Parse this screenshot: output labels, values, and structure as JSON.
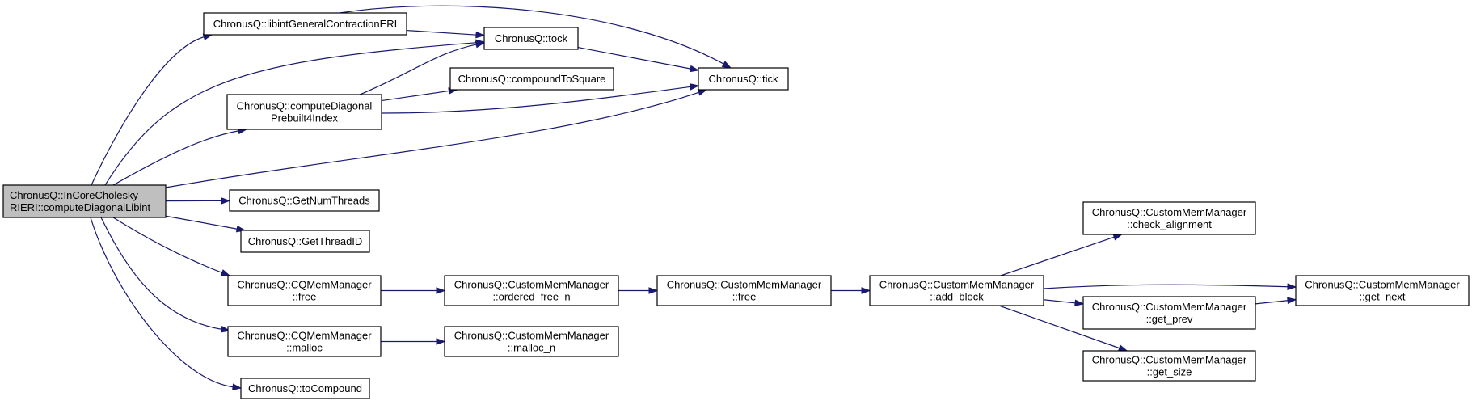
{
  "colors": {
    "edge": "#191970",
    "node_fill": "#ffffff",
    "root_fill": "#bfbfbf",
    "node_border": "#000000"
  },
  "nodes": {
    "root": [
      "ChronusQ::InCoreCholesky",
      "RIERI::computeDiagonalLibint"
    ],
    "libint_gc_eri": [
      "ChronusQ::libintGeneralContractionERI"
    ],
    "tock": [
      "ChronusQ::tock"
    ],
    "tick": [
      "ChronusQ::tick"
    ],
    "compound_to_square": [
      "ChronusQ::compoundToSquare"
    ],
    "compute_diag_prebuilt": [
      "ChronusQ::computeDiagonal",
      "Prebuilt4Index"
    ],
    "get_num_threads": [
      "ChronusQ::GetNumThreads"
    ],
    "get_thread_id": [
      "ChronusQ::GetThreadID"
    ],
    "cqmem_free": [
      "ChronusQ::CQMemManager",
      "::free"
    ],
    "cqmem_malloc": [
      "ChronusQ::CQMemManager",
      "::malloc"
    ],
    "to_compound": [
      "ChronusQ::toCompound"
    ],
    "custom_ordered_free_n": [
      "ChronusQ::CustomMemManager",
      "::ordered_free_n"
    ],
    "custom_malloc_n": [
      "ChronusQ::CustomMemManager",
      "::malloc_n"
    ],
    "custom_free": [
      "ChronusQ::CustomMemManager",
      "::free"
    ],
    "custom_add_block": [
      "ChronusQ::CustomMemManager",
      "::add_block"
    ],
    "custom_check_alignment": [
      "ChronusQ::CustomMemManager",
      "::check_alignment"
    ],
    "custom_get_prev": [
      "ChronusQ::CustomMemManager",
      "::get_prev"
    ],
    "custom_get_size": [
      "ChronusQ::CustomMemManager",
      "::get_size"
    ],
    "custom_get_next": [
      "ChronusQ::CustomMemManager",
      "::get_next"
    ]
  },
  "edges": [
    [
      "root",
      "libint_gc_eri"
    ],
    [
      "root",
      "tock"
    ],
    [
      "root",
      "compute_diag_prebuilt"
    ],
    [
      "root",
      "tick"
    ],
    [
      "root",
      "get_num_threads"
    ],
    [
      "root",
      "get_thread_id"
    ],
    [
      "root",
      "cqmem_free"
    ],
    [
      "root",
      "cqmem_malloc"
    ],
    [
      "root",
      "to_compound"
    ],
    [
      "libint_gc_eri",
      "tock"
    ],
    [
      "libint_gc_eri",
      "tick"
    ],
    [
      "tock",
      "tick"
    ],
    [
      "compute_diag_prebuilt",
      "tock"
    ],
    [
      "compute_diag_prebuilt",
      "compound_to_square"
    ],
    [
      "compute_diag_prebuilt",
      "tick"
    ],
    [
      "cqmem_free",
      "custom_ordered_free_n"
    ],
    [
      "cqmem_malloc",
      "custom_malloc_n"
    ],
    [
      "custom_ordered_free_n",
      "custom_free"
    ],
    [
      "custom_free",
      "custom_add_block"
    ],
    [
      "custom_add_block",
      "custom_check_alignment"
    ],
    [
      "custom_add_block",
      "custom_get_next"
    ],
    [
      "custom_add_block",
      "custom_get_prev"
    ],
    [
      "custom_add_block",
      "custom_get_size"
    ],
    [
      "custom_get_prev",
      "custom_get_next"
    ]
  ]
}
